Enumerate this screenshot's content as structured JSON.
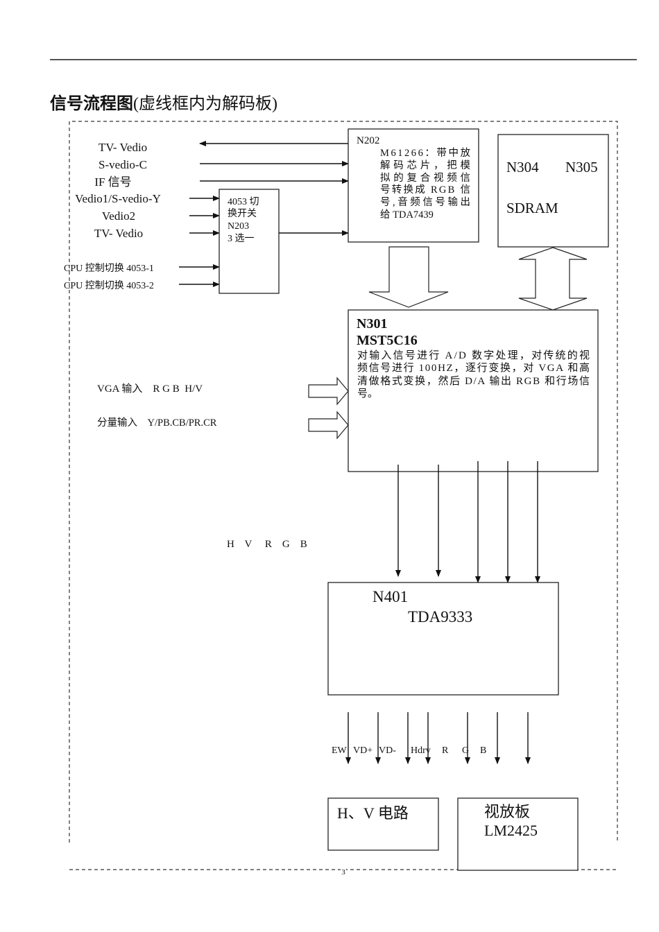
{
  "title": {
    "bold": "信号流程图",
    "normal": "(虚线框内为解码板)"
  },
  "inputs_left": {
    "tv_video_out": "TV- Vedio",
    "s_video_c": "S-vedio-C",
    "if_signal": "IF 信号",
    "video1_s_video_y": "Vedio1/S-vedio-Y",
    "video2": "Vedio2",
    "tv_video_in": "TV- Vedio",
    "cpu_ctrl_1": "CPU 控制切换 4053-1",
    "cpu_ctrl_2": "CPU 控制切换 4053-2"
  },
  "switch_box": {
    "lines": [
      "4053  切",
      "换开关",
      "N203",
      "3 选一"
    ]
  },
  "n202_box": {
    "id": "N202",
    "lines": [
      "M61266：带中放",
      "解码芯片，把模",
      "拟的复合视频信",
      "号转换成 RGB 信",
      "号,音频信号输出",
      "给 TDA7439"
    ]
  },
  "sdram_box": {
    "id_a": "N304",
    "id_b": "N305",
    "name": "SDRAM"
  },
  "n301_box": {
    "id": "N301",
    "chip": "MST5C16",
    "lines": [
      "对输入信号进行 A/D 数字处理，对传统的视",
      "频信号进行 100HZ，逐行变换，对 VGA 和高",
      "清做格式变换，然后 D/A 输出 RGB 和行场信",
      "号。"
    ]
  },
  "side_inputs": {
    "vga": "VGA 输入    R G B  H/V",
    "component": "分量输入    Y/PB.CB/PR.CR"
  },
  "hvrgb_label": "H    V     R    G    B",
  "n401_box": {
    "id": "N401",
    "chip": "TDA9333"
  },
  "output_labels": [
    "EW",
    "VD+",
    "VD-",
    "Hdrv",
    "R",
    "G",
    "B"
  ],
  "hv_box": {
    "label": "H、V 电路"
  },
  "video_amp_box": {
    "line1": "视放板",
    "line2": "LM2425"
  },
  "page_number": "3"
}
